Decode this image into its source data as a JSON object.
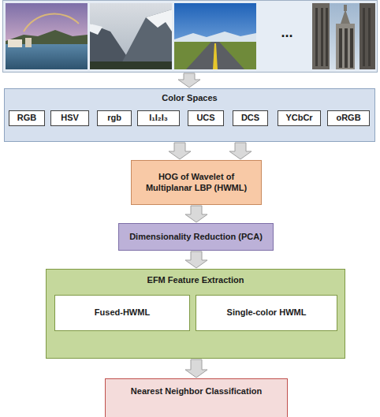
{
  "diagram": {
    "nodes": [
      {
        "text": [
          "..."
        ]
      },
      {
        "text": [
          "Color Spaces"
        ]
      },
      {
        "text": [
          "RGB"
        ],
        "in": 1
      },
      {
        "text": [
          "HSV"
        ],
        "in": 1
      },
      {
        "text": [
          "rgb"
        ],
        "in": 1
      },
      {
        "text": [
          "I₁I₂I₃"
        ],
        "in": 1
      },
      {
        "text": [
          "UCS"
        ],
        "in": 1
      },
      {
        "text": [
          "DCS"
        ],
        "in": 1
      },
      {
        "text": [
          "YCbCr"
        ],
        "in": 1
      },
      {
        "text": [
          "oRGB"
        ],
        "in": 1
      },
      {
        "text": [
          "HOG of Wavelet of Multiplanar LBP (HWML)"
        ]
      },
      {
        "text": [
          "Dimensionality Reduction (PCA)"
        ]
      },
      {
        "text": [
          "EFM Feature Extraction"
        ]
      },
      {
        "text": [
          "Fused-HWML"
        ],
        "in": 12
      },
      {
        "text": [
          "Single-color HWML"
        ],
        "in": 12
      },
      {
        "text": [
          "Nearest Neighbor Classification"
        ]
      }
    ],
    "edges": [
      {
        "from": 0,
        "to": 1,
        "arrow": "to"
      },
      {
        "from": 1,
        "to": 10,
        "arrow": "to"
      },
      {
        "from": 1,
        "to": 10,
        "arrow": "to"
      },
      {
        "from": 10,
        "to": 11,
        "arrow": "to"
      },
      {
        "from": 11,
        "to": 12,
        "arrow": "to"
      },
      {
        "from": 12,
        "to": 15,
        "arrow": "to"
      }
    ]
  }
}
